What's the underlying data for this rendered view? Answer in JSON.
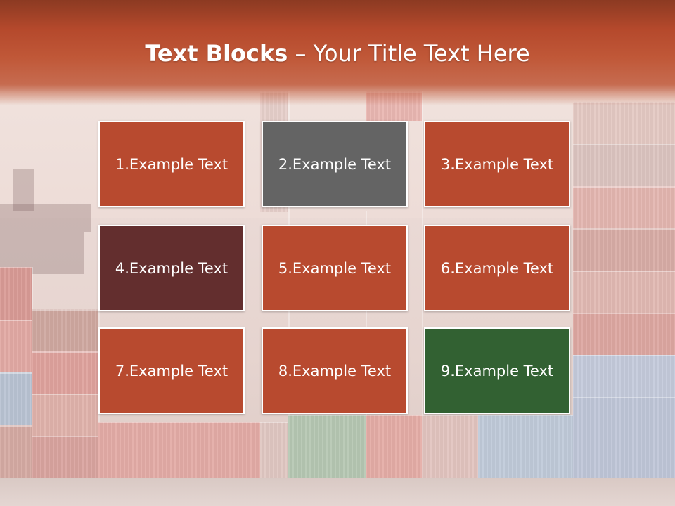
{
  "slide": {
    "title_bold": "Text Blocks",
    "title_separator": " – ",
    "title_rest": "Your Title Text Here"
  },
  "colors": {
    "header": "#b5492c",
    "block_orange": "#b84a2f",
    "block_gray": "#646464",
    "block_maroon": "#632e2e",
    "block_green": "#326132"
  },
  "blocks": [
    {
      "label": "1.Example Text",
      "color": "#b84a2f"
    },
    {
      "label": "2.Example Text",
      "color": "#646464"
    },
    {
      "label": "3.Example Text",
      "color": "#b84a2f"
    },
    {
      "label": "4.Example Text",
      "color": "#632e2e"
    },
    {
      "label": "5.Example Text",
      "color": "#b84a2f"
    },
    {
      "label": "6.Example Text",
      "color": "#b84a2f"
    },
    {
      "label": "7.Example Text",
      "color": "#b84a2f"
    },
    {
      "label": "8.Example Text",
      "color": "#b84a2f"
    },
    {
      "label": "9.Example Text",
      "color": "#326132"
    }
  ]
}
